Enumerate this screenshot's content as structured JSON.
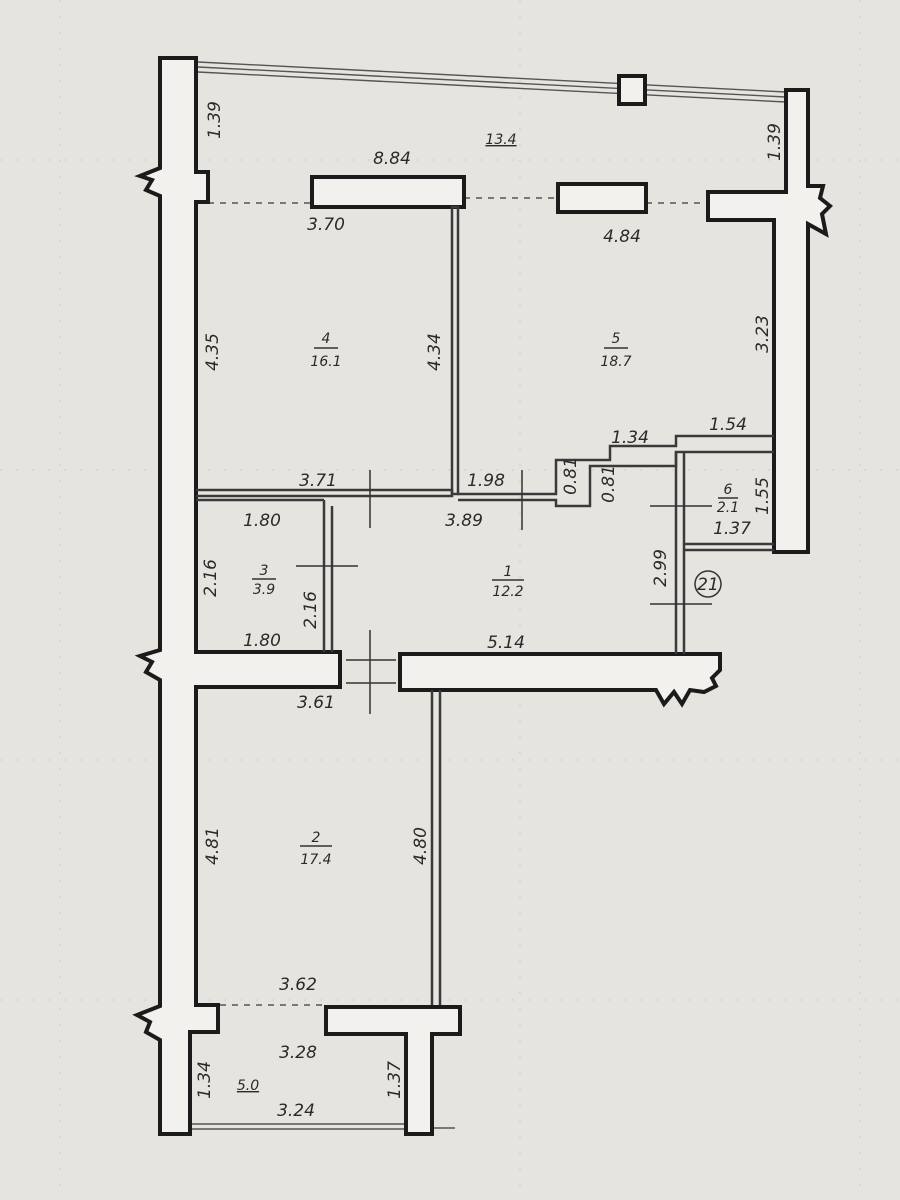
{
  "plan": {
    "rooms": [
      {
        "id": "room-1",
        "number": "1",
        "area": "12.2"
      },
      {
        "id": "room-2",
        "number": "2",
        "area": "17.4"
      },
      {
        "id": "room-3",
        "number": "3",
        "area": "3.9"
      },
      {
        "id": "room-4",
        "number": "4",
        "area": "16.1"
      },
      {
        "id": "room-5",
        "number": "5",
        "area": "18.7"
      },
      {
        "id": "room-6",
        "number": "6",
        "area": "2.1"
      }
    ],
    "balconies": {
      "top_area": "13.4",
      "bottom_area": "5.0"
    },
    "section_marker": "21",
    "dimensions": {
      "balcony_top_left_height": "1.39",
      "balcony_top_right_height": "1.39",
      "balcony_top_width": "8.84",
      "room4_top_width": "3.70",
      "room5_top_width": "4.84",
      "room4_left_height": "4.35",
      "room4_right_height": "4.34",
      "room5_right_height": "3.23",
      "hall_top_1": "1.34",
      "room6_top": "1.54",
      "room6_height": "1.55",
      "room6_bottom": "1.37",
      "hall_step_1": "0.81",
      "hall_step_2": "0.81",
      "room4_bottom_width": "3.71",
      "hall_top_mid": "1.98",
      "hall_top_width": "3.89",
      "room3_top_width": "1.80",
      "room3_left_height": "2.16",
      "room3_right_height": "2.16",
      "room3_bottom_width": "1.80",
      "hall_right_height": "2.99",
      "hall_bottom_width": "5.14",
      "room2_top_width": "3.61",
      "room2_left_height": "4.81",
      "room2_right_height": "4.80",
      "room2_bottom_width": "3.62",
      "balcony_bottom_top": "3.28",
      "balcony_bottom_left": "1.34",
      "balcony_bottom_right": "1.37",
      "balcony_bottom_width": "3.24"
    }
  }
}
